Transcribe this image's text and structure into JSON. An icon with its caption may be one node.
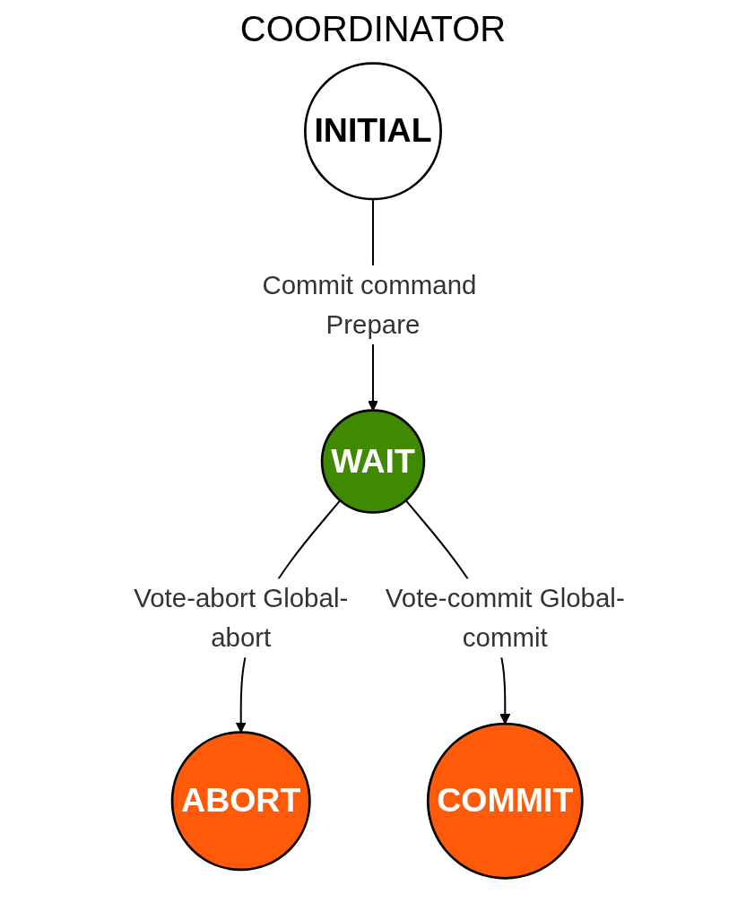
{
  "diagram": {
    "title": "COORDINATOR",
    "nodes": [
      {
        "text": [
          "INITIAL"
        ]
      },
      {
        "text": [
          "WAIT"
        ]
      },
      {
        "text": [
          "ABORT"
        ]
      },
      {
        "text": [
          "COMMIT"
        ]
      }
    ],
    "edges": [
      {
        "from": 0,
        "to": 1,
        "arrow": "to",
        "label": "Commit command Prepare"
      },
      {
        "from": 1,
        "to": 2,
        "arrow": "to",
        "label": "Vote-abort Global-abort"
      },
      {
        "from": 1,
        "to": 3,
        "arrow": "to",
        "label": "Vote-commit Global-commit"
      }
    ]
  }
}
